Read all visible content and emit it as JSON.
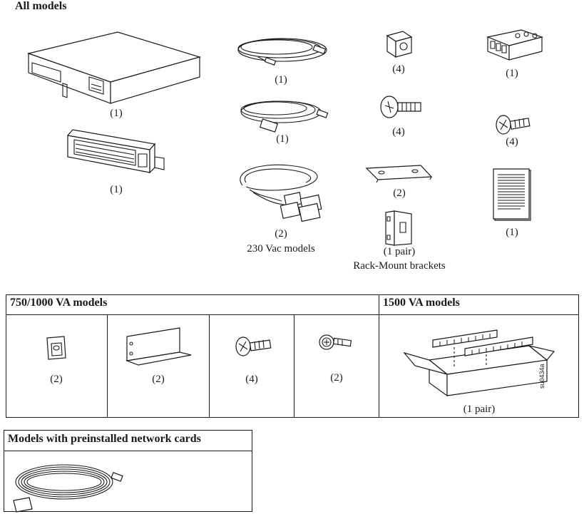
{
  "sections": {
    "all_models": {
      "title": "All models"
    },
    "va_750_1000": {
      "title": "750/1000 VA models"
    },
    "va_1500": {
      "title": "1500 VA models"
    },
    "network": {
      "title": "Models with preinstalled network cards"
    }
  },
  "all_models": {
    "ups_qty": "(1)",
    "bezel_qty": "(1)",
    "usb_cable_qty": "(1)",
    "serial_cable_qty": "(1)",
    "power_cord_qty": "(2)",
    "power_cord_note": "230 Vac models",
    "cage_nut_qty": "(4)",
    "mounting_screw_qty": "(4)",
    "stabilizer_qty": "(2)",
    "bracket_qty": "(1 pair)",
    "bracket_note": "Rack-Mount brackets",
    "terminal_block_qty": "(1)",
    "flat_screw_qty": "(4)",
    "document_qty": "(1)"
  },
  "va_750_1000": {
    "clip_qty": "(2)",
    "rail_bracket_qty": "(2)",
    "screw_qty": "(4)",
    "star_screw_qty": "(2)"
  },
  "va_1500": {
    "rails_qty": "(1 pair)",
    "figure_code": "su0434a"
  },
  "icons": [
    "ups-unit-icon",
    "front-bezel-icon",
    "usb-cable-icon",
    "serial-cable-icon",
    "power-cord-icon",
    "cage-nut-icon",
    "screw-icon",
    "stabilizer-bracket-icon",
    "rack-bracket-icon",
    "terminal-block-icon",
    "document-icon",
    "clip-icon",
    "rail-icon",
    "rail-kit-box-icon",
    "network-cable-icon"
  ]
}
